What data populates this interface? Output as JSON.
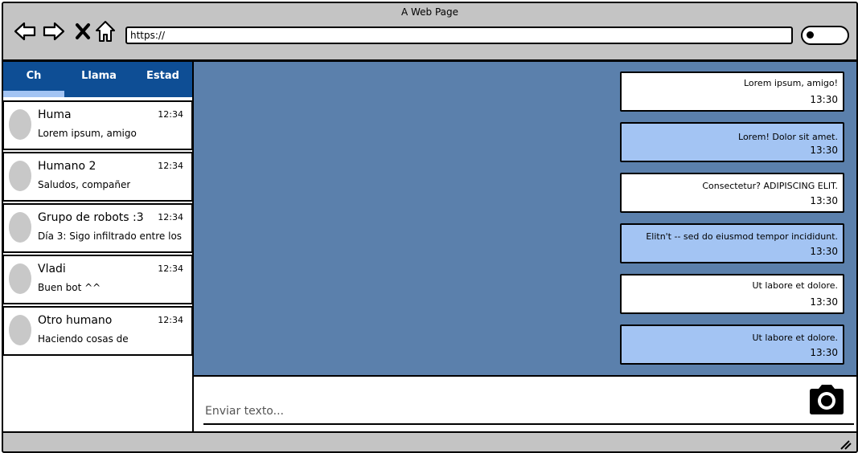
{
  "window": {
    "title": "A Web Page"
  },
  "toolbar": {
    "url": "https://",
    "icons": [
      "back-arrow-icon",
      "forward-arrow-icon",
      "close-x-icon",
      "home-icon",
      "search-icon"
    ]
  },
  "sidebar": {
    "tabs": [
      {
        "label": "Ch",
        "active": true
      },
      {
        "label": "Llama",
        "active": false
      },
      {
        "label": "Estad",
        "active": false
      }
    ],
    "chats": [
      {
        "name": "Huma",
        "time": "12:34",
        "preview": "Lorem ipsum, amigo"
      },
      {
        "name": "Humano 2",
        "time": "12:34",
        "preview": "Saludos, compañer"
      },
      {
        "name": "Grupo de robots :3",
        "time": "12:34",
        "preview": "Día 3: Sigo infiltrado entre los"
      },
      {
        "name": "Vladi",
        "time": "12:34",
        "preview": "Buen bot ^^"
      },
      {
        "name": "Otro humano",
        "time": "12:34",
        "preview": "Haciendo cosas de"
      }
    ]
  },
  "messages": [
    {
      "text": "Lorem ipsum, amigo!",
      "time": "13:30",
      "style": "white"
    },
    {
      "text": "Lorem! Dolor sit amet.",
      "time": "13:30",
      "style": "blue"
    },
    {
      "text": "Consectetur? ADIPISCING ELIT.",
      "time": "13:30",
      "style": "white"
    },
    {
      "text": "Elitn't -- sed do eiusmod tempor incididunt.",
      "time": "13:30",
      "style": "blue"
    },
    {
      "text": "Ut labore et dolore.",
      "time": "13:30",
      "style": "white"
    },
    {
      "text": "Ut labore et dolore.",
      "time": "13:30",
      "style": "blue"
    }
  ],
  "composer": {
    "placeholder": "Enviar texto...",
    "camera_icon": "camera-icon"
  },
  "colors": {
    "chrome": "#c4c4c4",
    "tab_bar": "#0e4e95",
    "tab_underline": "#a3c4f3",
    "chat_background": "#5b80ac",
    "bubble_blue": "#a3c4f3",
    "bubble_white": "#ffffff",
    "avatar": "#c8c8c8"
  }
}
